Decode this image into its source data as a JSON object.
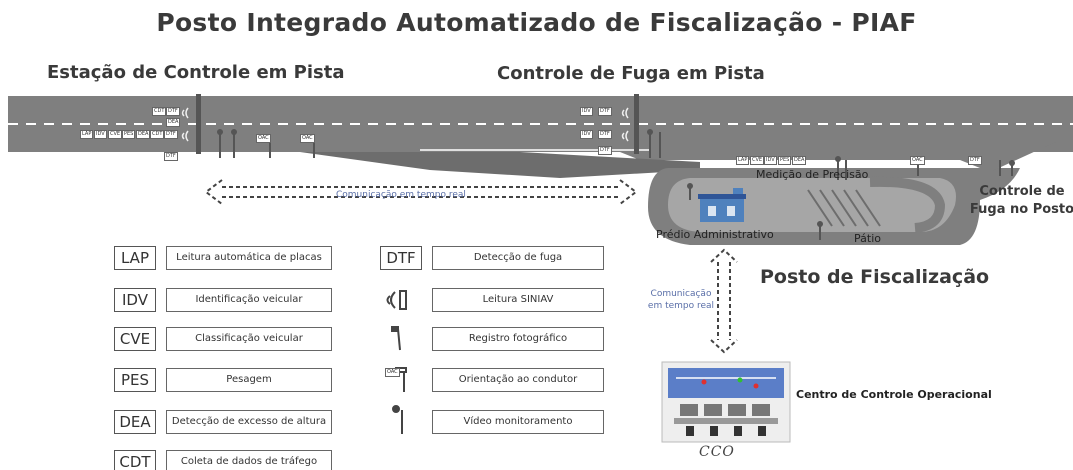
{
  "title": "Posto Integrado Automatizado de Fiscalização - PIAF",
  "sections": {
    "track_station": "Estação de Controle em Pista",
    "escape_control": "Controle de Fuga em Pista",
    "inspection_post": "Posto de Fiscalização",
    "escape_post": "Controle de Fuga no Posto"
  },
  "areas": {
    "precision": "Medição de Precisão",
    "admin": "Prédio Administrativo",
    "yard": "Pátio"
  },
  "communication": {
    "horizontal": "Comunicação em tempo real",
    "vertical": "Comunicação em tempo real"
  },
  "cco": {
    "label": "Centro de Controle Operacional",
    "signature": "CCO"
  },
  "lane_tags": {
    "station_top": [
      "CDT",
      "DTF"
    ],
    "station_mid": [
      "DEA"
    ],
    "station_bottom": [
      "LAP",
      "IDV",
      "CVE",
      "PES",
      "DEA",
      "CDT",
      "DTF"
    ],
    "station_extra": [
      "DTF"
    ],
    "escape_top": [
      "IDV",
      "DTF"
    ],
    "escape_mid": [
      "IDV",
      "DTF"
    ],
    "escape_low": [
      "DTF"
    ],
    "post_row": [
      "LAP",
      "CVE",
      "IDV",
      "PES",
      "DEA"
    ],
    "post_dtf": [
      "DTF"
    ],
    "oac": "OAC"
  },
  "legend_left": [
    {
      "code": "LAP",
      "text": "Leitura automática de placas"
    },
    {
      "code": "IDV",
      "text": "Identificação veicular"
    },
    {
      "code": "CVE",
      "text": "Classificação veicular"
    },
    {
      "code": "PES",
      "text": "Pesagem"
    },
    {
      "code": "DEA",
      "text": "Detecção de excesso de altura"
    },
    {
      "code": "CDT",
      "text": "Coleta de dados de tráfego"
    }
  ],
  "legend_right": [
    {
      "code": "DTF",
      "icon": "dtf-box",
      "text": "Detecção de fuga"
    },
    {
      "code": "",
      "icon": "siniav-reader-icon",
      "text": "Leitura SINIAV"
    },
    {
      "code": "",
      "icon": "photo-camera-pole-icon",
      "text": "Registro fotográfico"
    },
    {
      "code": "OAC",
      "icon": "driver-sign-icon",
      "text": "Orientação ao condutor"
    },
    {
      "code": "",
      "icon": "video-camera-pole-icon",
      "text": "Vídeo monitoramento"
    }
  ],
  "colors": {
    "road": "#7f7f7f",
    "road_dark": "#6d6d6d",
    "yard": "#a6a6a6",
    "lane_mark": "#ffffff",
    "comm_arrow": "#444444",
    "comm_text": "#5a6fa8",
    "text": "#3a3a3a"
  }
}
